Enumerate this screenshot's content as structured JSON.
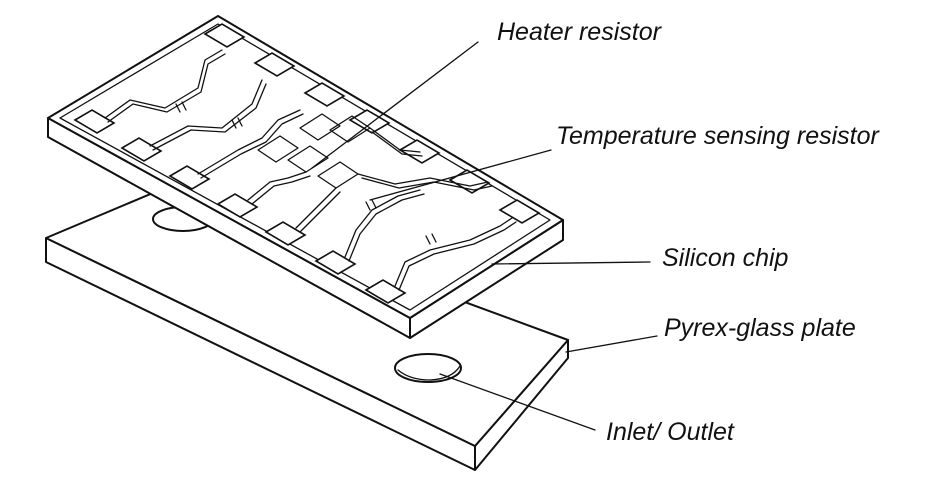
{
  "labels": {
    "heater_resistor": "Heater resistor",
    "temperature_sensing_resistor": "Temperature sensing resistor",
    "silicon_chip": "Silicon chip",
    "pyrex_glass_plate": "Pyrex-glass plate",
    "inlet_outlet": "Inlet/ Outlet"
  },
  "colors": {
    "ink": "#111111",
    "background": "#ffffff"
  }
}
